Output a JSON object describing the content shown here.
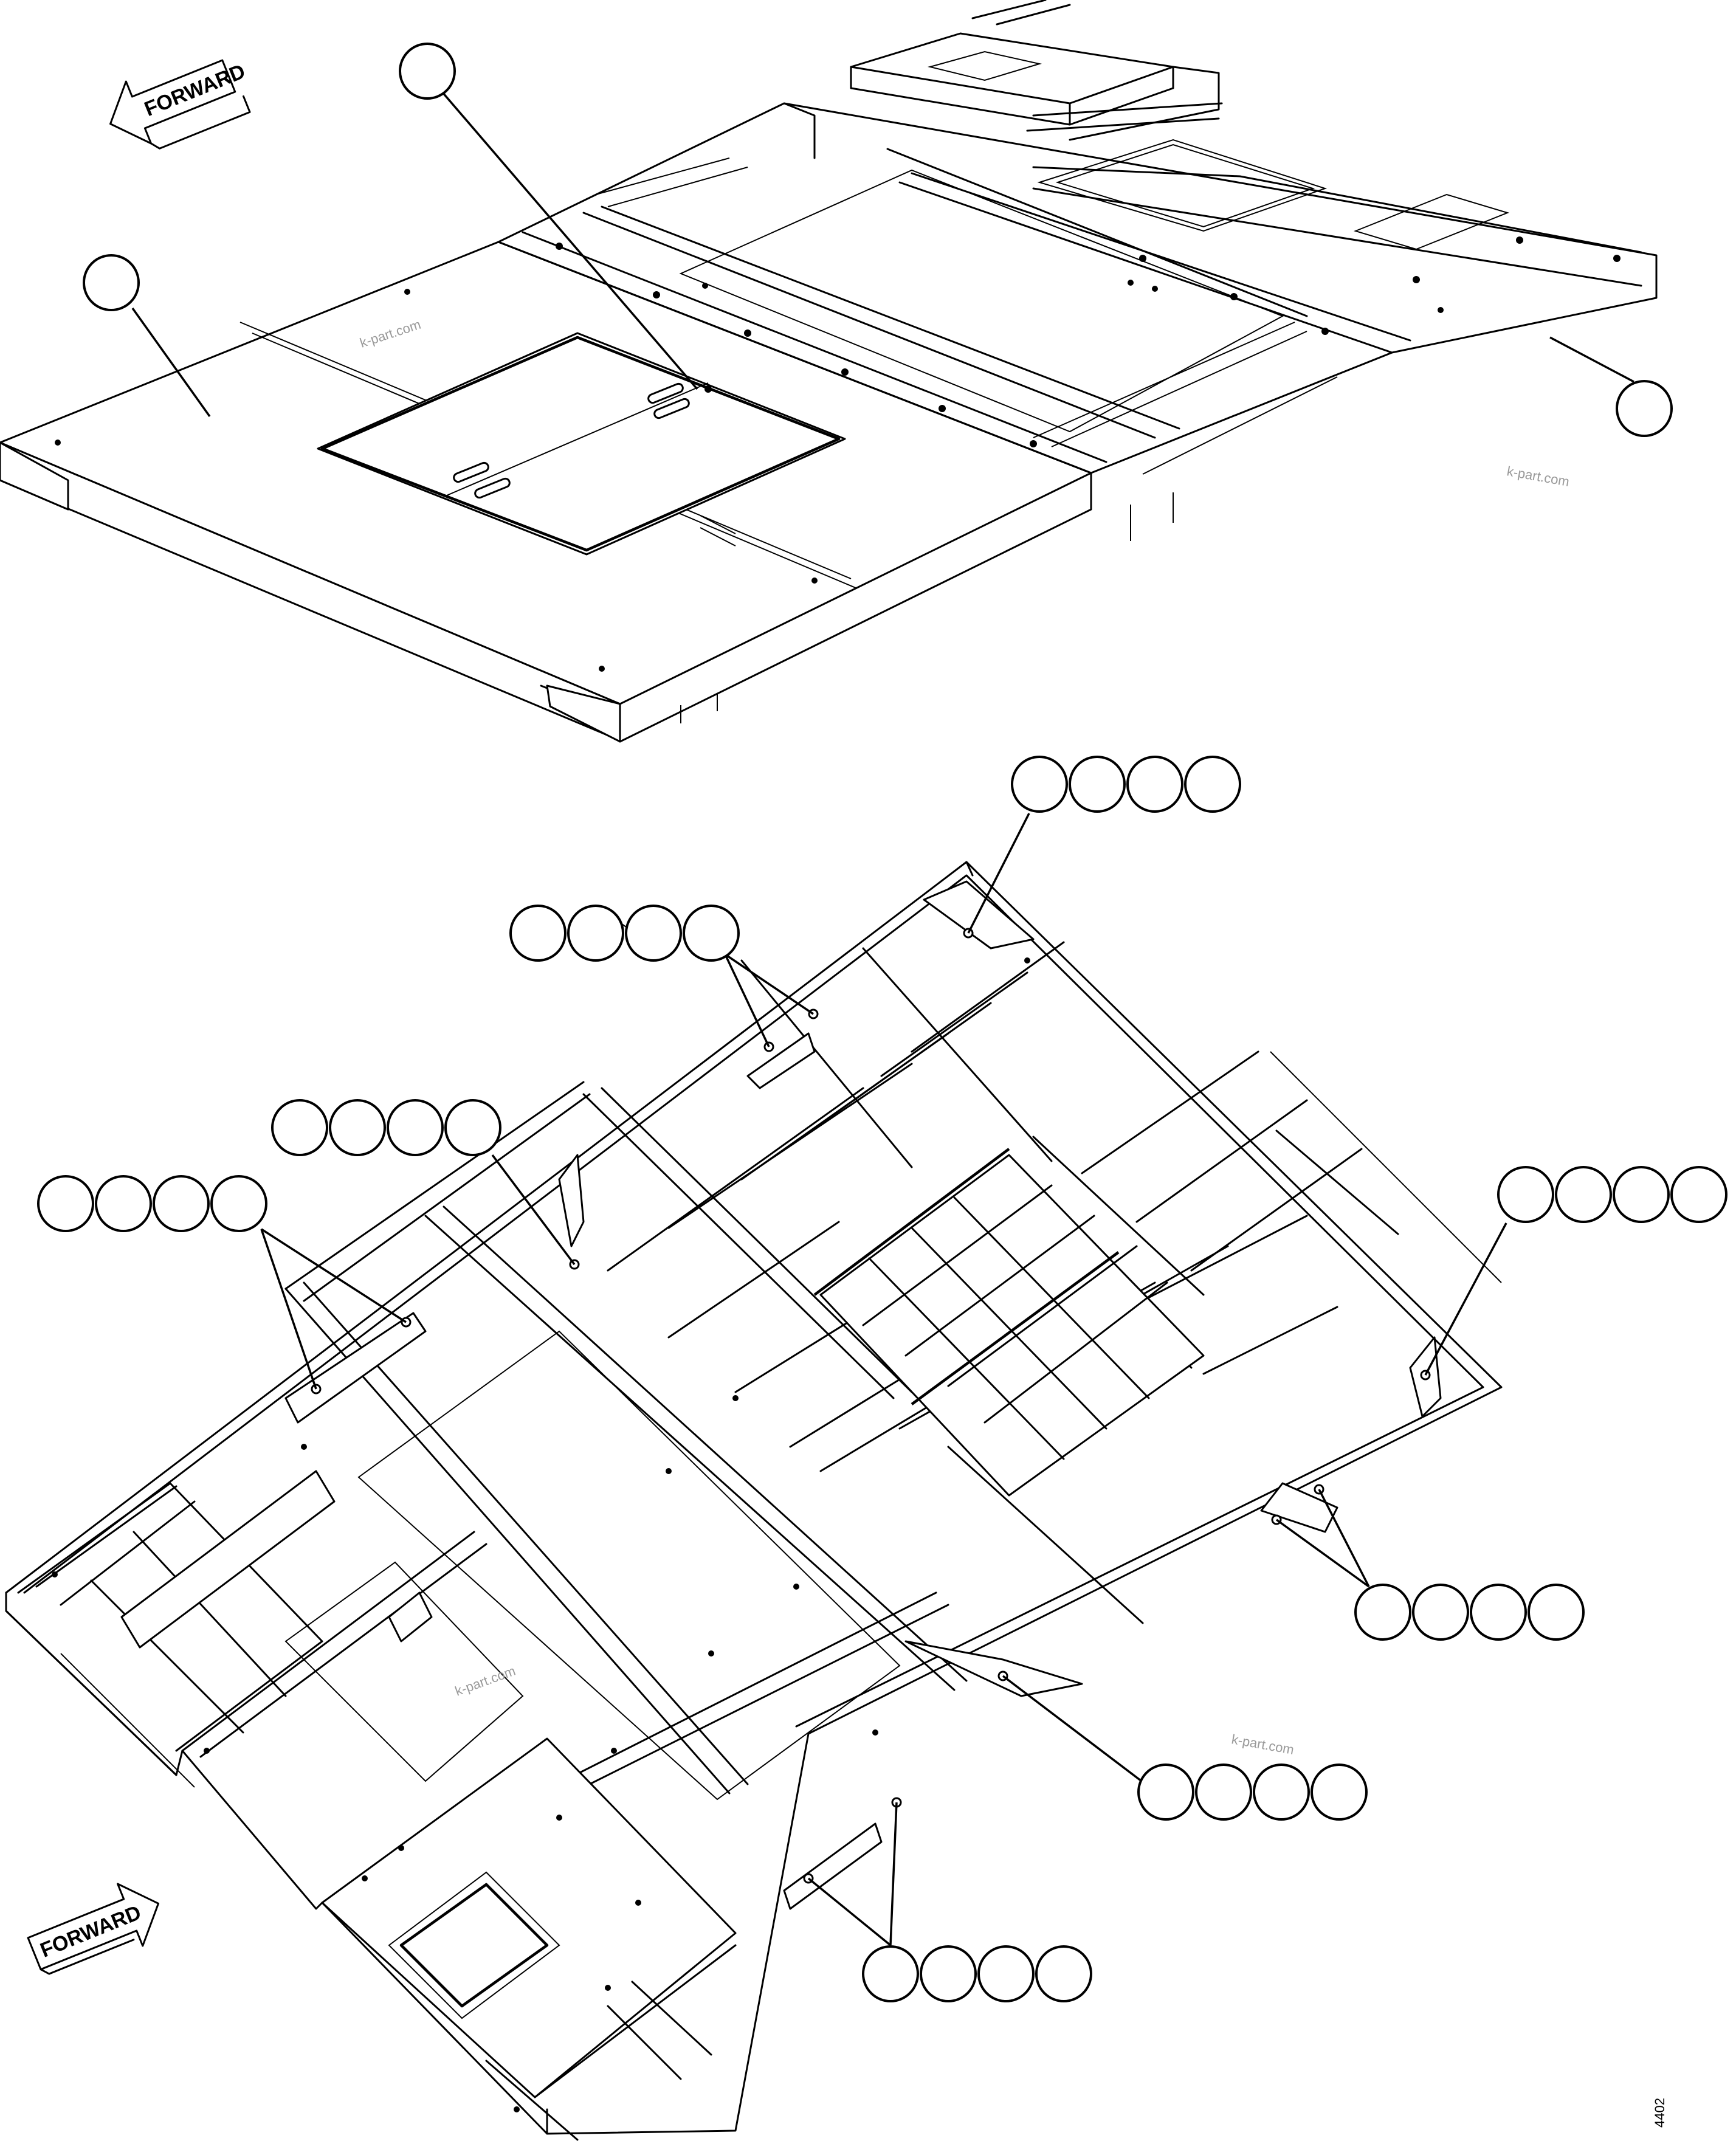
{
  "diagram": {
    "forward_arrow_label": "FORWARD",
    "watermark": "k-part.com",
    "figure_code": "4402"
  }
}
